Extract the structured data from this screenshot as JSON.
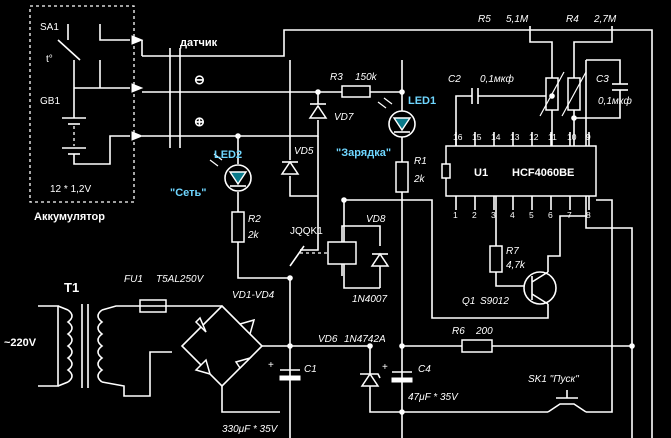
{
  "battery": {
    "sa1": "SA1",
    "temp": "t°",
    "gb1": "GB1",
    "cells": "12 * 1,2V",
    "caption": "Аккумулятор"
  },
  "sensor_label": "датчик",
  "sensor_minus": "⊖",
  "sensor_plus": "⊕",
  "r3": {
    "name": "R3",
    "value": "150k"
  },
  "r5": {
    "name": "R5",
    "value": "5,1M"
  },
  "r4": {
    "name": "R4",
    "value": "2,7M"
  },
  "c2": {
    "name": "C2",
    "value": "0,1мкф"
  },
  "c3": {
    "name": "C3",
    "value": "0,1мкф"
  },
  "led1": {
    "name": "LED1",
    "caption": "\"Зарядка\""
  },
  "led2": {
    "name": "LED2",
    "caption": "\"Сеть\""
  },
  "vd7": "VD7",
  "vd5": "VD5",
  "vd8": "VD8",
  "vd8_part": "1N4007",
  "r1": {
    "name": "R1",
    "value": "2k"
  },
  "r2": {
    "name": "R2",
    "value": "2k"
  },
  "relay": "JQQK1",
  "r7": {
    "name": "R7",
    "value": "4,7k"
  },
  "q1": {
    "name": "Q1",
    "part": "S9012"
  },
  "ic": {
    "name": "U1",
    "part": "HCF4060BE",
    "top_pins": [
      "16",
      "15",
      "14",
      "13",
      "12",
      "11",
      "10",
      "9"
    ],
    "bottom_pins": [
      "1",
      "2",
      "3",
      "4",
      "5",
      "6",
      "7",
      "8"
    ]
  },
  "t1": "T1",
  "mains": "~220V",
  "fu1": {
    "name": "FU1",
    "value": "T5AL250V"
  },
  "bridge": "VD1-VD4",
  "c1": {
    "name": "C1",
    "value": "330μF * 35V"
  },
  "vd6": {
    "name": "VD6",
    "part": "1N4742A"
  },
  "c4": {
    "name": "C4",
    "value": "47μF * 35V"
  },
  "r6": {
    "name": "R6",
    "value": "200"
  },
  "sk1": "SK1 \"Пуск\""
}
